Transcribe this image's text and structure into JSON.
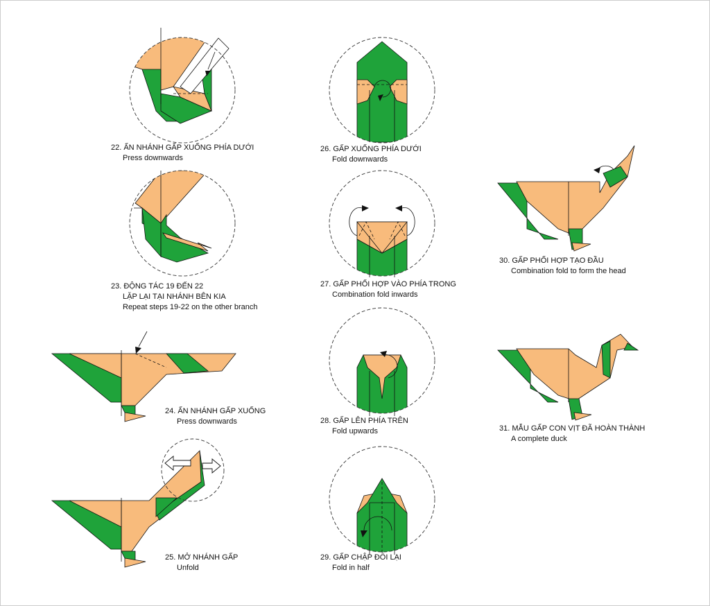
{
  "steps": [
    {
      "number": "22",
      "title": "22. ẤN NHÁNH GẤP XUỐNG PHÍA DƯỚI",
      "lines": [
        "Press downwards"
      ]
    },
    {
      "number": "23",
      "title": "23. ĐỘNG TÁC 19 ĐẾN 22",
      "lines": [
        "LẶP LẠI TẠI NHÁNH BÊN KIA",
        "Repeat steps 19-22 on the other branch"
      ]
    },
    {
      "number": "24",
      "title": "24. ẤN NHÁNH GẤP XUỐNG",
      "lines": [
        "Press downwards"
      ]
    },
    {
      "number": "25",
      "title": "25. MỞ NHÁNH GẤP",
      "lines": [
        "Unfold"
      ]
    },
    {
      "number": "26",
      "title": "26. GẤP XUỐNG PHÍA DƯỚI",
      "lines": [
        "Fold downwards"
      ]
    },
    {
      "number": "27",
      "title": "27. GẤP PHỐI HỢP VÀO PHÍA TRONG",
      "lines": [
        "Combination fold inwards"
      ]
    },
    {
      "number": "28",
      "title": "28. GẤP LÊN PHÍA TRÊN",
      "lines": [
        "Fold upwards"
      ]
    },
    {
      "number": "29",
      "title": "29. GẤP CHẬP ĐÔI LẠI",
      "lines": [
        "Fold in half"
      ]
    },
    {
      "number": "30",
      "title": "30. GẤP PHỐI HỢP TẠO ĐẦU",
      "lines": [
        "Combination fold to form the head"
      ]
    },
    {
      "number": "31",
      "title": "31. MẪU GẤP CON VỊT ĐÃ HOÀN THÀNH",
      "lines": [
        "A complete duck"
      ]
    }
  ],
  "colors": {
    "paper_front": "#1fa33a",
    "paper_back": "#f8bb7c"
  }
}
